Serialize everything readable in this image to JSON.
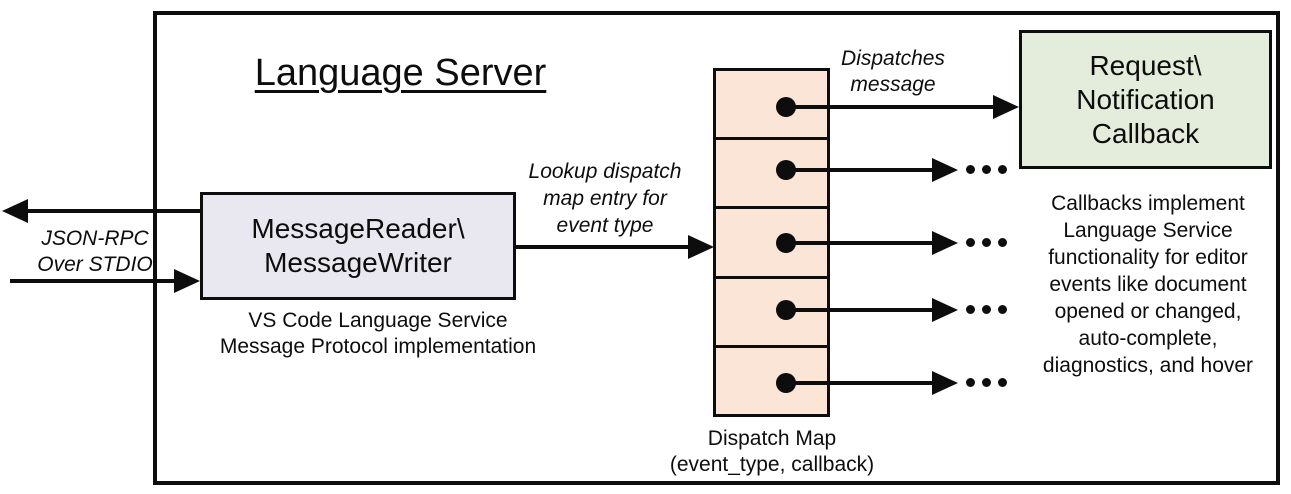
{
  "title": "Language Server",
  "left_channel": {
    "label_lines": [
      "JSON-RPC",
      "Over STDIO"
    ]
  },
  "message_box": {
    "label_lines": [
      "MessageReader\\",
      "MessageWriter"
    ],
    "caption_lines": [
      "VS Code Language Service",
      "Message Protocol implementation"
    ]
  },
  "lookup_label_lines": [
    "Lookup dispatch",
    "map entry for",
    "event type"
  ],
  "dispatch_map": {
    "cell_count": 5,
    "caption_lines": [
      "Dispatch Map",
      "(event_type, callback)"
    ]
  },
  "dispatch_arrow_label_lines": [
    "Dispatches",
    "message"
  ],
  "callback_box": {
    "label_lines": [
      "Request\\",
      "Notification",
      "Callback"
    ]
  },
  "callbacks_note_lines": [
    "Callbacks implement",
    "Language Service",
    "functionality for editor",
    "events like document",
    "opened or changed,",
    "auto-complete,",
    "diagnostics, and hover"
  ],
  "colors": {
    "line_color": "#0d0d0d",
    "text_color": "#0d0d0d",
    "message_box_fill": "#e9e8f0",
    "dispatch_map_fill": "#fbe5d6",
    "callback_box_fill": "#e4eddb"
  }
}
